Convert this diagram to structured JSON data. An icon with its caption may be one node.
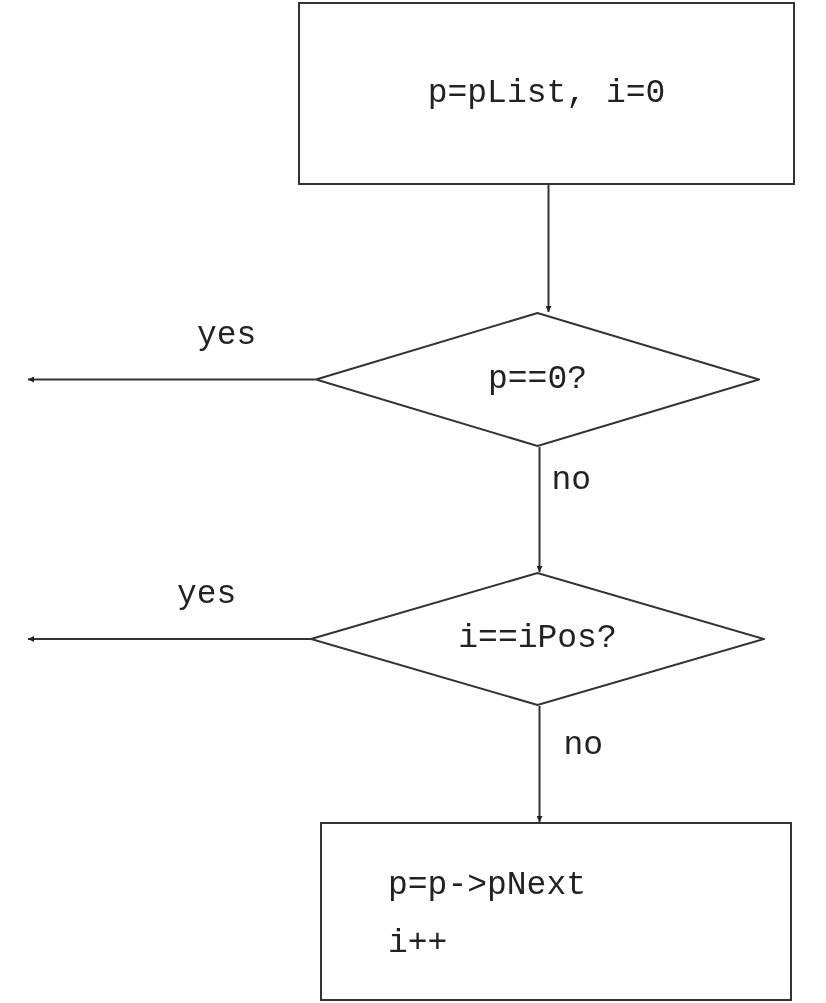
{
  "diagram": {
    "nodes": [
      {
        "text": [
          "p=pList, i=0"
        ]
      },
      {
        "text": [
          "p==0?"
        ]
      },
      {
        "text": [
          "i==iPos?"
        ]
      },
      {
        "text": [
          "p=p->pNext",
          "i++"
        ]
      }
    ],
    "edges": [
      {
        "from": 0,
        "to": 1,
        "arrow": "to"
      },
      {
        "from": 1,
        "to": null,
        "arrow": "to",
        "label": "yes"
      },
      {
        "from": 1,
        "to": 2,
        "arrow": "to",
        "label": "no"
      },
      {
        "from": 2,
        "to": null,
        "arrow": "to",
        "label": "yes"
      },
      {
        "from": 2,
        "to": 3,
        "arrow": "to",
        "label": "no"
      }
    ]
  }
}
